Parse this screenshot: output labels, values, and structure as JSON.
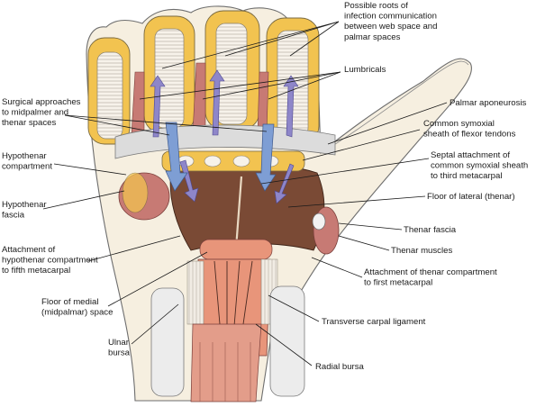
{
  "labels": {
    "possible_roots": [
      "Possible roots of",
      "infection communication",
      "between web space and",
      "palmar spaces"
    ],
    "lumbricals": [
      "Lumbricals"
    ],
    "surgical_approaches": [
      "Surgical approaches",
      "to midpalmer and",
      "thenar spaces"
    ],
    "palmar_aponeurosis": [
      "Palmar aponeurosis"
    ],
    "common_sheath": [
      "Common symoxial",
      "sheath of flexor tendons"
    ],
    "hypothenar_compartment": [
      "Hypothenar",
      "compartment"
    ],
    "septal_attachment": [
      "Septal attachment of",
      "common symoxial sheath",
      "to third metacarpal"
    ],
    "hypothenar_fascia": [
      "Hypothenar",
      "fascia"
    ],
    "floor_lateral": [
      "Floor of lateral (thenar)"
    ],
    "thenar_fascia": [
      "Thenar fascia"
    ],
    "attachment_hypothenar": [
      "Attachment of",
      "hypothenar compartment",
      "to fifth metacarpal"
    ],
    "thenar_muscles": [
      "Thenar muscles"
    ],
    "attachment_thenar": [
      "Attachment of thenar compartment",
      "to first metacarpal"
    ],
    "floor_medial": [
      "Floor of medial",
      "(midpalmar) space"
    ],
    "transverse_carpal": [
      "Transverse carpal ligament"
    ],
    "ulnar_bursa": [
      "Ulnar",
      "bursa"
    ],
    "radial_bursa": [
      "Radial bursa"
    ]
  },
  "colors": {
    "skin": "#f5ecd8",
    "fat": "#f2c350",
    "tendon": "#f7f2ea",
    "muscle": "#c77a74",
    "palm_floor": "#7a4a35",
    "arrow": "#8e86c9",
    "fascia": "#d8d8d8",
    "bone": "#e9e9e9",
    "carpal": "#e8957a"
  }
}
